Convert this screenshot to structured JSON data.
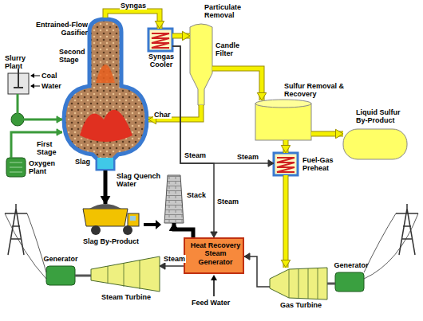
{
  "diagram": {
    "nodes": [
      {
        "text": [
          "Slurry Plant"
        ]
      },
      {
        "text": [
          "Oxygen Plant"
        ]
      },
      {
        "text": [
          "Entrained-Flow Gasifier"
        ]
      },
      {
        "text": [
          "Syngas Cooler"
        ]
      },
      {
        "text": [
          "Particulate Removal",
          "Candle Filter"
        ]
      },
      {
        "text": [
          "Sulfur Removal & Recovery"
        ]
      },
      {
        "text": [
          "Liquid Sulfur By-Product"
        ]
      },
      {
        "text": [
          "Fuel-Gas Preheat"
        ]
      },
      {
        "text": [
          "Gas Turbine"
        ]
      },
      {
        "text": [
          "Generator"
        ]
      },
      {
        "text": [
          "Heat Recovery Steam Generator"
        ]
      },
      {
        "text": [
          "Stack"
        ]
      },
      {
        "text": [
          "Steam Turbine"
        ]
      },
      {
        "text": [
          "Generator"
        ]
      },
      {
        "text": [
          "Slag By-Product"
        ]
      }
    ],
    "edges": [
      {
        "from": 0,
        "to": 2,
        "arrow": "to"
      },
      {
        "from": 1,
        "to": 2,
        "arrow": "to"
      },
      {
        "from": 2,
        "to": 3,
        "label": "Syngas",
        "arrow": "to"
      },
      {
        "from": 3,
        "to": 4,
        "arrow": "to"
      },
      {
        "from": 4,
        "to": 2,
        "label": "Char",
        "arrow": "to"
      },
      {
        "from": 4,
        "to": 5,
        "arrow": "to"
      },
      {
        "from": 5,
        "to": 6,
        "arrow": "to"
      },
      {
        "from": 5,
        "to": 7,
        "arrow": "to"
      },
      {
        "from": 3,
        "to": 7,
        "label": "Steam",
        "arrow": "to"
      },
      {
        "from": 3,
        "to": 10,
        "label": "Steam",
        "arrow": "to"
      },
      {
        "from": 7,
        "to": 8,
        "arrow": "to"
      },
      {
        "from": 8,
        "to": 9,
        "arrow": "none"
      },
      {
        "from": 8,
        "to": 10,
        "arrow": "to"
      },
      {
        "from": 10,
        "to": 11,
        "arrow": "to"
      },
      {
        "from": 10,
        "to": 12,
        "label": "Steam",
        "arrow": "to"
      },
      {
        "from": 12,
        "to": 13,
        "arrow": "none"
      },
      {
        "from": 2,
        "to": 14,
        "arrow": "to"
      }
    ],
    "labels": [
      "Coal",
      "Water",
      "Second Stage",
      "First Stage",
      "Slag",
      "Slag Quench Water",
      "Steam",
      "Feed Water"
    ]
  }
}
